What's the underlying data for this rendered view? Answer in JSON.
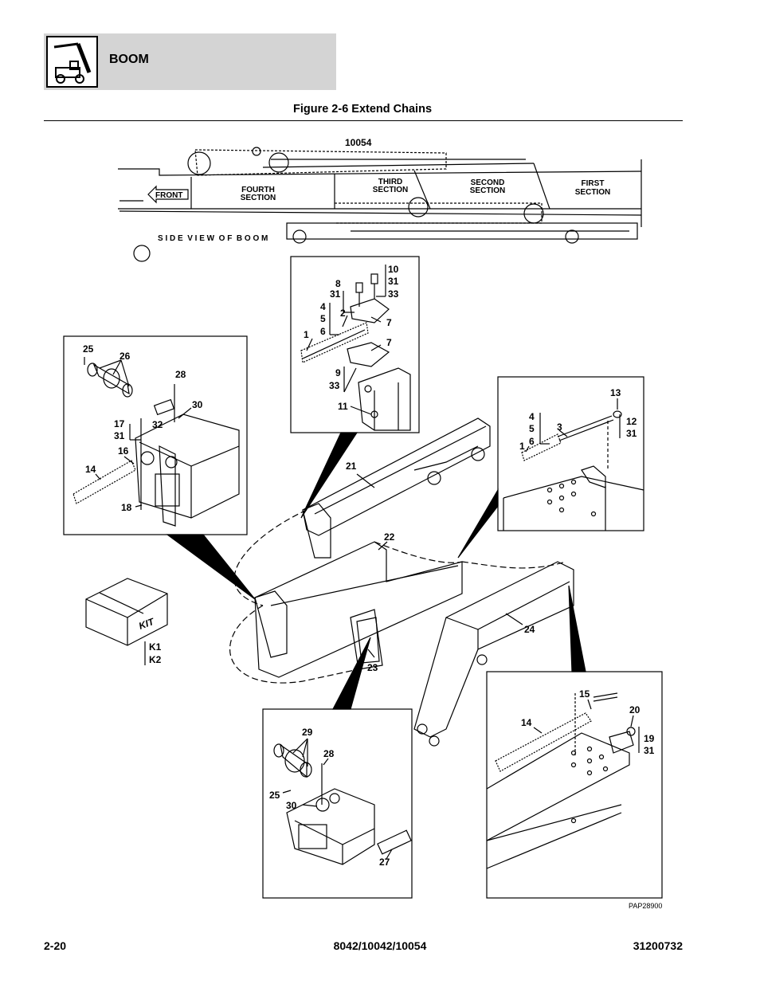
{
  "header": {
    "section_title": "BOOM",
    "logo_icon": "telehandler-icon"
  },
  "figure": {
    "title": "Figure 2-6 Extend Chains",
    "model_callout": "10054",
    "drawing_code": "PAP28900"
  },
  "side_view": {
    "front_label": "FRONT",
    "fourth_section": [
      "FOURTH",
      "SECTION"
    ],
    "third_section": [
      "THIRD",
      "SECTION"
    ],
    "second_section": [
      "SECOND",
      "SECTION"
    ],
    "first_section": [
      "FIRST",
      "SECTION"
    ],
    "caption": "S I D E  V I E W  O F  B O O M"
  },
  "kit": {
    "label": "KIT",
    "items": [
      "K1",
      "K2"
    ]
  },
  "callouts": {
    "top_detail": [
      "10",
      "31",
      "33",
      "8",
      "31",
      "4",
      "5",
      "6",
      "2",
      "7",
      "1",
      "7",
      "9",
      "33",
      "11"
    ],
    "left_detail": [
      "25",
      "26",
      "28",
      "30",
      "17",
      "31",
      "32",
      "16",
      "14",
      "18"
    ],
    "right_detail": [
      "13",
      "4",
      "5",
      "6",
      "3",
      "12",
      "31",
      "1"
    ],
    "bottom_left_detail": [
      "29",
      "28",
      "25",
      "30",
      "27"
    ],
    "bottom_right_detail": [
      "15",
      "20",
      "14",
      "19",
      "31"
    ],
    "main_assembly": [
      "21",
      "22",
      "23",
      "24"
    ]
  },
  "footer": {
    "page_number": "2-20",
    "models": "8042/10042/10054",
    "doc_number": "31200732"
  }
}
